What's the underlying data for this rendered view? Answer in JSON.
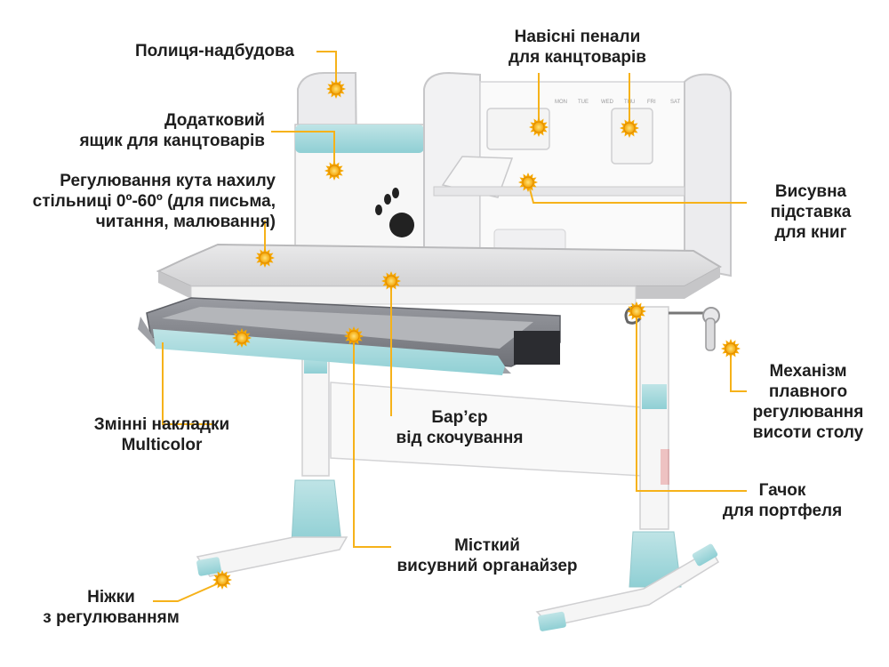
{
  "labels": {
    "shelf": [
      "Полиця-надбудова"
    ],
    "pencil_cases": [
      "Навісні пенали",
      "для канцтоварів"
    ],
    "extra_box": [
      "Додатковий",
      "ящик для канцтоварів"
    ],
    "tilt": [
      "Регулювання кута нахилу",
      "стільниці 0º-60º (для письма,",
      "читання, малювання)"
    ],
    "book_stand": [
      "Висувна",
      "підставка",
      "для книг"
    ],
    "height_mechanism": [
      "Механізм",
      "плавного",
      "регулювання",
      "висоти столу"
    ],
    "covers": [
      "Змінні накладки",
      "Multicolor"
    ],
    "barrier": [
      "Бар’єр",
      "від скочування"
    ],
    "hook": [
      "Гачок",
      "для портфеля"
    ],
    "organizer": [
      "Місткий",
      "висувний органайзер"
    ],
    "legs": [
      "Ніжки",
      "з регулюванням"
    ]
  },
  "calendar_days": [
    "MON",
    "TUE",
    "WED",
    "THU",
    "FRI",
    "SAT"
  ],
  "colors": {
    "accent": "#f6b21a",
    "desk_white": "#f4f4f4",
    "desk_grey": "#c9c9cb",
    "mint": "#a9d8dc",
    "drawer_grey": "#8c8e94"
  }
}
